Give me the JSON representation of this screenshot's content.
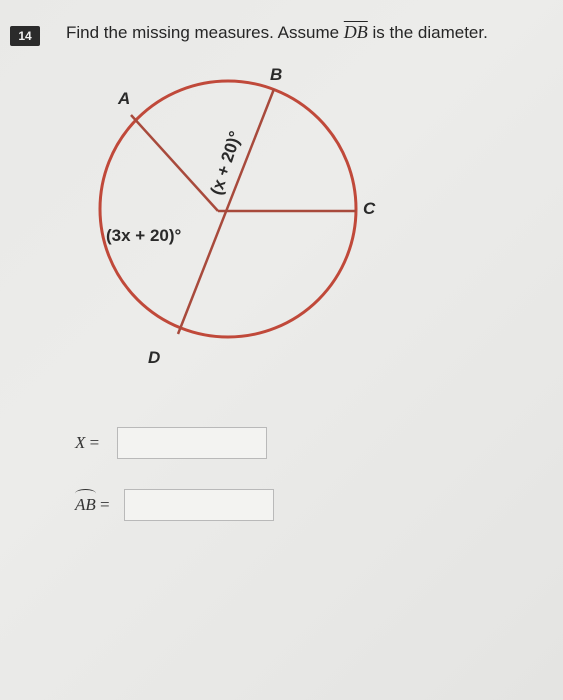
{
  "question": {
    "number": "14",
    "prompt_text": "Find the missing measures. Assume",
    "segment": "DB",
    "prompt_end": "is the diameter."
  },
  "figure": {
    "points": {
      "A": "A",
      "B": "B",
      "C": "C",
      "D": "D"
    },
    "angle_labels": {
      "upper": "(x + 20)°",
      "lower": "(3x + 20)°"
    },
    "circle_color": "#c0493a",
    "chord_color": "#a84a3c"
  },
  "answers": {
    "x_label": "X",
    "x_equals": "=",
    "x_value": "",
    "arc_label": "AB",
    "arc_equals": "=",
    "arc_value": ""
  }
}
